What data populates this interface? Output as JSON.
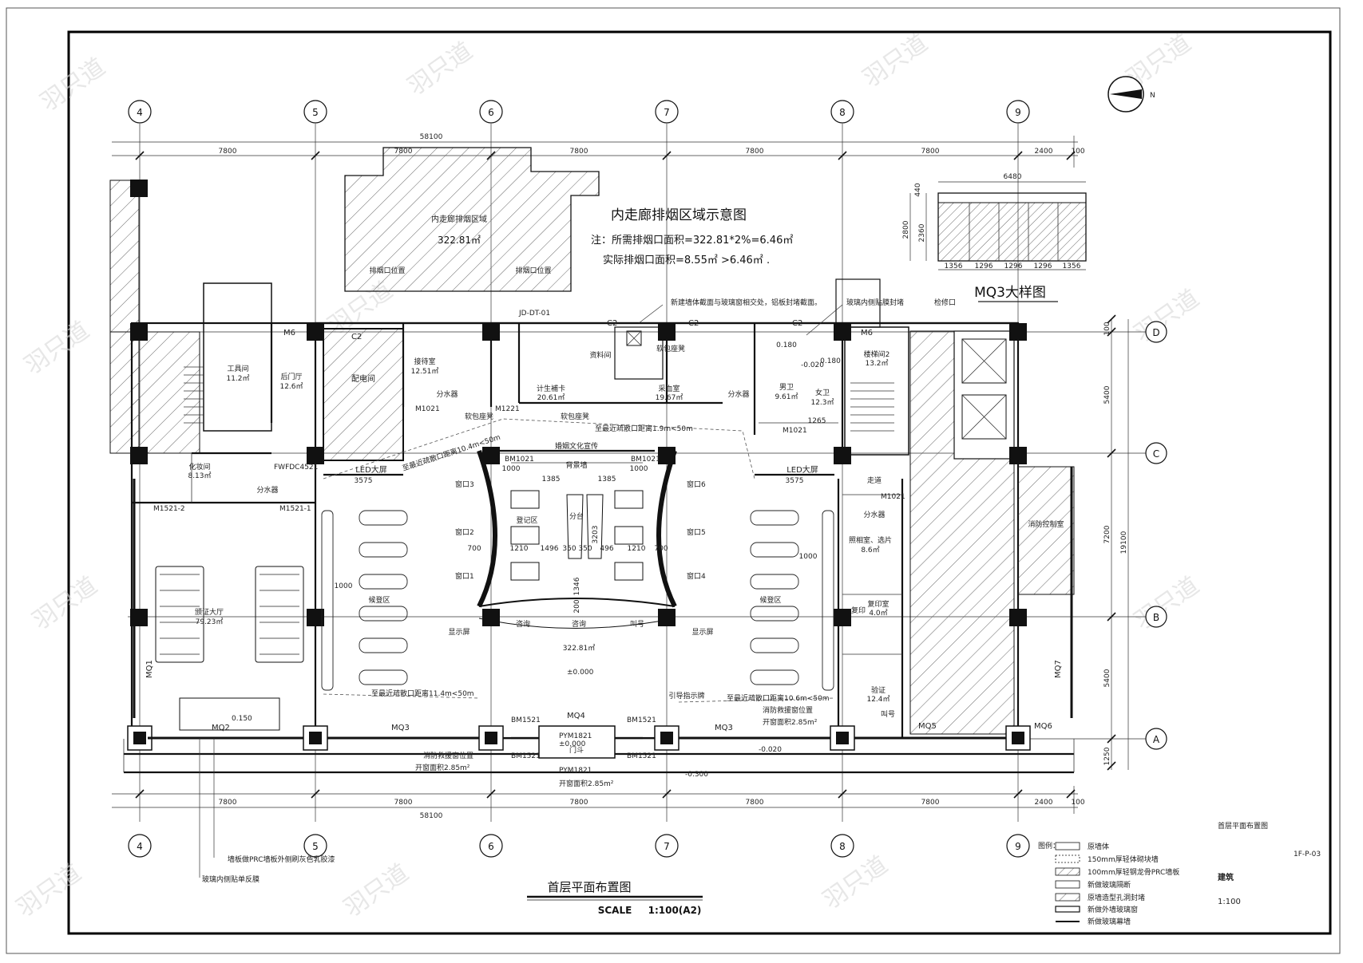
{
  "drawing": {
    "title": "首层平面布置图",
    "scale_label": "SCALE",
    "scale_value": "1:100(A2)",
    "sheet_name": "首层平面布置图",
    "sheet_no": "1F-P-03",
    "discipline": "建筑",
    "sheet_scale": "1:100"
  },
  "grid": {
    "columns": [
      "4",
      "5",
      "6",
      "7",
      "8",
      "9"
    ],
    "rows": [
      "D",
      "C",
      "B",
      "A"
    ],
    "spans_top": [
      "7800",
      "7800",
      "7800",
      "7800",
      "7800",
      "2400",
      "100"
    ],
    "total_top": "58100",
    "spans_right": [
      "100",
      "5400",
      "7200",
      "5400",
      "1250"
    ],
    "total_right": "19100"
  },
  "smoke_zone": {
    "heading": "内走廊排烟区域示意图",
    "note1": "注：所需排烟口面积=322.81*2%=6.46㎡",
    "note2": "实际排烟口面积=8.55㎡ >6.46㎡ .",
    "zone_label": "内走廊排烟区域",
    "zone_area": "322.81㎡",
    "vent1": "排烟口位置",
    "vent2": "排烟口位置"
  },
  "mq3_detail": {
    "title": "MQ3大样图",
    "width": "6480",
    "h1": "440",
    "h2": "2360",
    "h_total": "2800",
    "panels": [
      "1356",
      "1296",
      "1296",
      "1296",
      "1356"
    ]
  },
  "rooms": {
    "tools": "工具间",
    "tools_area": "11.2㎡",
    "rear_hall": "后门厅",
    "rear_hall_area": "12.6㎡",
    "power": "配电间",
    "reception": "接待室",
    "reception_area": "12.51㎡",
    "family": "计生補卡",
    "family_area": "20.61㎡",
    "archive": "资料间",
    "blood": "采血室",
    "blood_area": "19.67㎡",
    "soft1": "软包座凳",
    "soft2": "软包座凳",
    "soft3": "软包座凳",
    "male_wc": "男卫",
    "male_area": "9.61㎡",
    "female_wc": "女卫",
    "female_area": "12.3㎡",
    "stair2": "楼梯间2",
    "stair2_area": "13.2㎡",
    "makeup": "化妆间",
    "makeup_area": "8.13㎡",
    "cert_hall": "颁证大厅",
    "cert_hall_area": "79.23㎡",
    "wait1": "候登区",
    "wait2": "候登区",
    "register": "登记区",
    "split": "分台",
    "bg_wall": "背景墙",
    "culture": "婚姻文化宣传",
    "consult": "咨询",
    "consult2": "咨询",
    "call": "叫号",
    "display1": "显示屏",
    "display2": "显示屏",
    "hall_area": "322.81㎡",
    "photo": "照相室、选片",
    "photo_area": "8.6㎡",
    "copy": "复印室",
    "copy_area": "4.0㎡",
    "copy2": "复印",
    "verify": "验证",
    "verify_area": "12.4㎡",
    "corridor": "走道",
    "fire_ctrl": "消防控制室",
    "door_hall": "门斗",
    "water1": "分水器",
    "water2": "分水器",
    "water3": "分水器",
    "water4": "分水器",
    "led1": "LED大屏",
    "led1_w": "3575",
    "led2": "LED大屏",
    "led2_w": "3575",
    "call_no": "叫号",
    "guide": "引导指示牌"
  },
  "windows": [
    "窗口1",
    "窗口2",
    "窗口3",
    "窗口4",
    "窗口5",
    "窗口6"
  ],
  "tags": {
    "m6a": "M6",
    "m6b": "M6",
    "c2a": "C2",
    "c2b": "C2",
    "c2c": "C2",
    "c2d": "C2",
    "mq1": "MQ1",
    "mq2": "MQ2",
    "mq3a": "MQ3",
    "mq3b": "MQ3",
    "mq4": "MQ4",
    "mq5": "MQ5",
    "mq6": "MQ6",
    "mq7": "MQ7",
    "bm1": "BM1521",
    "bm2": "BM1521",
    "bm3": "BM1521",
    "bm4": "BM1521",
    "bm1021a": "BM1021",
    "bm1021b": "BM1021",
    "pym1": "PYM1821",
    "pym2": "PYM1821",
    "m1021a": "M1021",
    "m1021b": "M1021",
    "m1221": "M1221",
    "m1021c": "M1021",
    "m1521a": "M1521-2",
    "m1521b": "M1521-1",
    "fwfdc": "FWFDC4521",
    "jd": "JD-DT-01",
    "lv0": "±0.000",
    "lv1": "±0.000",
    "lv2": "-0.020",
    "lv3": "-0.300",
    "lv4": "-0.020",
    "lv5": "0.150"
  },
  "notes": {
    "dist1": "至最近疏散口距离10.4m<50m",
    "dist2": "至最近疏散口距离1.9m<50m",
    "dist3": "至最近疏散口距离11.4m<50m",
    "dist4": "至最近疏散口距离10.6m<50m",
    "open1": "开窗面积2.85m²",
    "open2": "开窗面积2.85m²",
    "open3": "开窗面积2.85m²",
    "rescue1": "消防救援窗位置",
    "rescue2": "消防救援窗位置",
    "new_wall": "新建墙体截面与玻璃窗相交处，铝板封堵截面。",
    "glass_film": "玻璃内侧贴膜封堵",
    "inspect": "检修口",
    "leader1": "玻璃内侧贴单反膜",
    "leader2": "墙板做PRC墙板外侧刷灰色乳胶漆"
  },
  "legend": {
    "title": "图例：",
    "items": [
      "原墙体",
      "150mm厚轻体砌块墙",
      "100mm厚轻钢龙骨PRC墙板",
      "新做玻璃隔断",
      "原墙造型孔洞封堵",
      "新做外墙玻璃窗",
      "新做玻璃幕墙"
    ]
  },
  "dims_inner": {
    "d1385a": "1385",
    "d1385b": "1385",
    "d1000a": "1000",
    "d1000b": "1000",
    "d1000c": "1000",
    "d1000d": "1000",
    "d3203": "3203",
    "d1346": "1346",
    "d700a": "700",
    "d1210a": "1210",
    "d1496a": "1496",
    "d350a": "350",
    "d350b": "350",
    "d496": "496",
    "d1210b": "1210",
    "d700b": "700",
    "d200": "200",
    "d180a": "0.180",
    "d180b": "0.180",
    "d1265": "1265"
  }
}
